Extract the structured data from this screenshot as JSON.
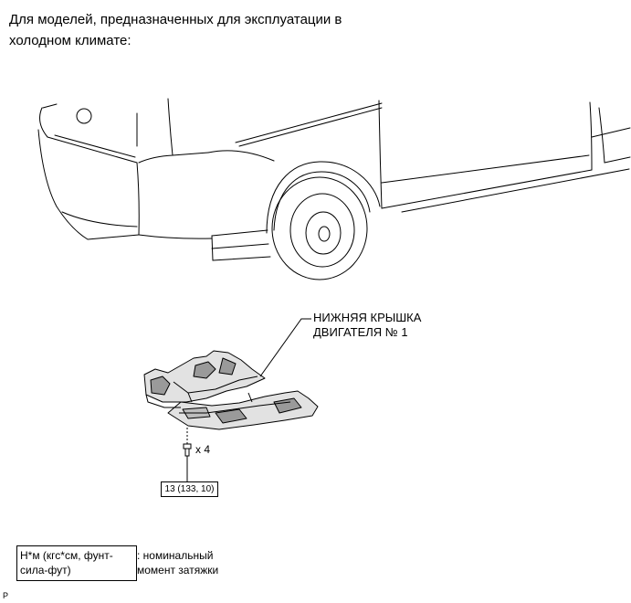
{
  "header": {
    "line1": "Для моделей, предназначенных для эксплуатации в",
    "line2": "холодном климате:"
  },
  "callout": {
    "line1": "НИЖНЯЯ КРЫШКА",
    "line2": "ДВИГАТЕЛЯ № 1"
  },
  "bolt": {
    "quantity": "x 4",
    "torque": "13 (133, 10)"
  },
  "legend": {
    "unit_line1": "Н*м (кгс*см, фунт-",
    "unit_line2": "сила-фут)",
    "desc_line1": ": номинальный",
    "desc_line2": "момент затяжки"
  },
  "footer": {
    "code": "P"
  },
  "colors": {
    "line": "#000000",
    "cover_fill": "#e2e2e2",
    "cover_shade": "#9a9a9a"
  }
}
